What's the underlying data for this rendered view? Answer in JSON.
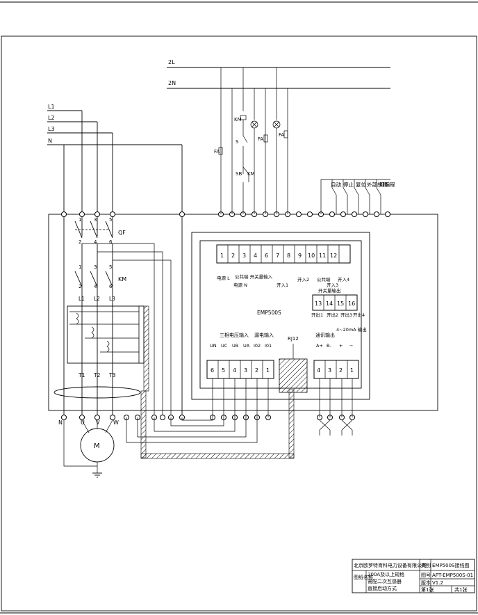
{
  "bus": {
    "l1": "L1",
    "l2": "L2",
    "l3": "L3",
    "n": "N",
    "l2_ctrl": "2L",
    "n_ctrl": "2N"
  },
  "breaker": {
    "label": "QF",
    "top": [
      "1",
      "3",
      "5"
    ],
    "bottom": [
      "2",
      "4",
      "6"
    ]
  },
  "contactor": {
    "label": "KM",
    "top": [
      "1",
      "3",
      "5"
    ],
    "bottom": [
      "2",
      "4",
      "6"
    ]
  },
  "ct_labels": {
    "primary": [
      "L1",
      "L2",
      "L3"
    ],
    "secondary": [
      "T1",
      "T2",
      "T3"
    ]
  },
  "control": {
    "km": "KM",
    "s": "S",
    "fa": "FA",
    "sb": "SB"
  },
  "ext_inputs": [
    "自动",
    "停止",
    "复位",
    "外部故障",
    "可编程"
  ],
  "motor": {
    "terminals": [
      "N",
      "U",
      "V",
      "W"
    ],
    "label": "M"
  },
  "device": {
    "model": "EMP500S",
    "upper_terminals": [
      "1",
      "2",
      "3",
      "4",
      "6",
      "7",
      "8",
      "9",
      "10",
      "11",
      "12"
    ],
    "upper_labels": [
      "电源 L",
      "电源 N",
      "公共端 开关量输入",
      "",
      "开入1",
      "开入2",
      "公共端",
      "开入3",
      "开入4"
    ],
    "relay_terminals": [
      "13",
      "14",
      "15",
      "16"
    ],
    "relay_label": "开关量输出",
    "relay_sub": [
      "开出1",
      "开出2",
      "开出3",
      "开出4"
    ],
    "lower_left_terminals": [
      "6",
      "5",
      "4",
      "3",
      "2",
      "1"
    ],
    "voltage_group": "三相电压输入",
    "current_group": "漏电输入",
    "voltage_labels": [
      "UN",
      "UC",
      "UB",
      "UA",
      "I02",
      "I01"
    ],
    "rj": "RJ12",
    "lower_right_terminals": [
      "4",
      "3",
      "2",
      "1"
    ],
    "comm_group": "通讯输出",
    "analog_group": "4~20mA 输出",
    "comm_labels": [
      "A+",
      "B-",
      "+",
      "−"
    ]
  },
  "title_block": {
    "company": "北京欧罗特育科电力设备有限公司",
    "category_label": "类别",
    "category": "EMP500S接线图",
    "drawing_name_label": "图纸名称",
    "drawing_name": [
      "200A及以上规格",
      "需配二次互感器",
      "直接启动方式"
    ],
    "drawing_no_label": "图号",
    "drawing_no": "APT-EMP500S-01",
    "version_label": "版本",
    "version": "V1.2",
    "sheet": "第1张",
    "total": "共1张"
  }
}
